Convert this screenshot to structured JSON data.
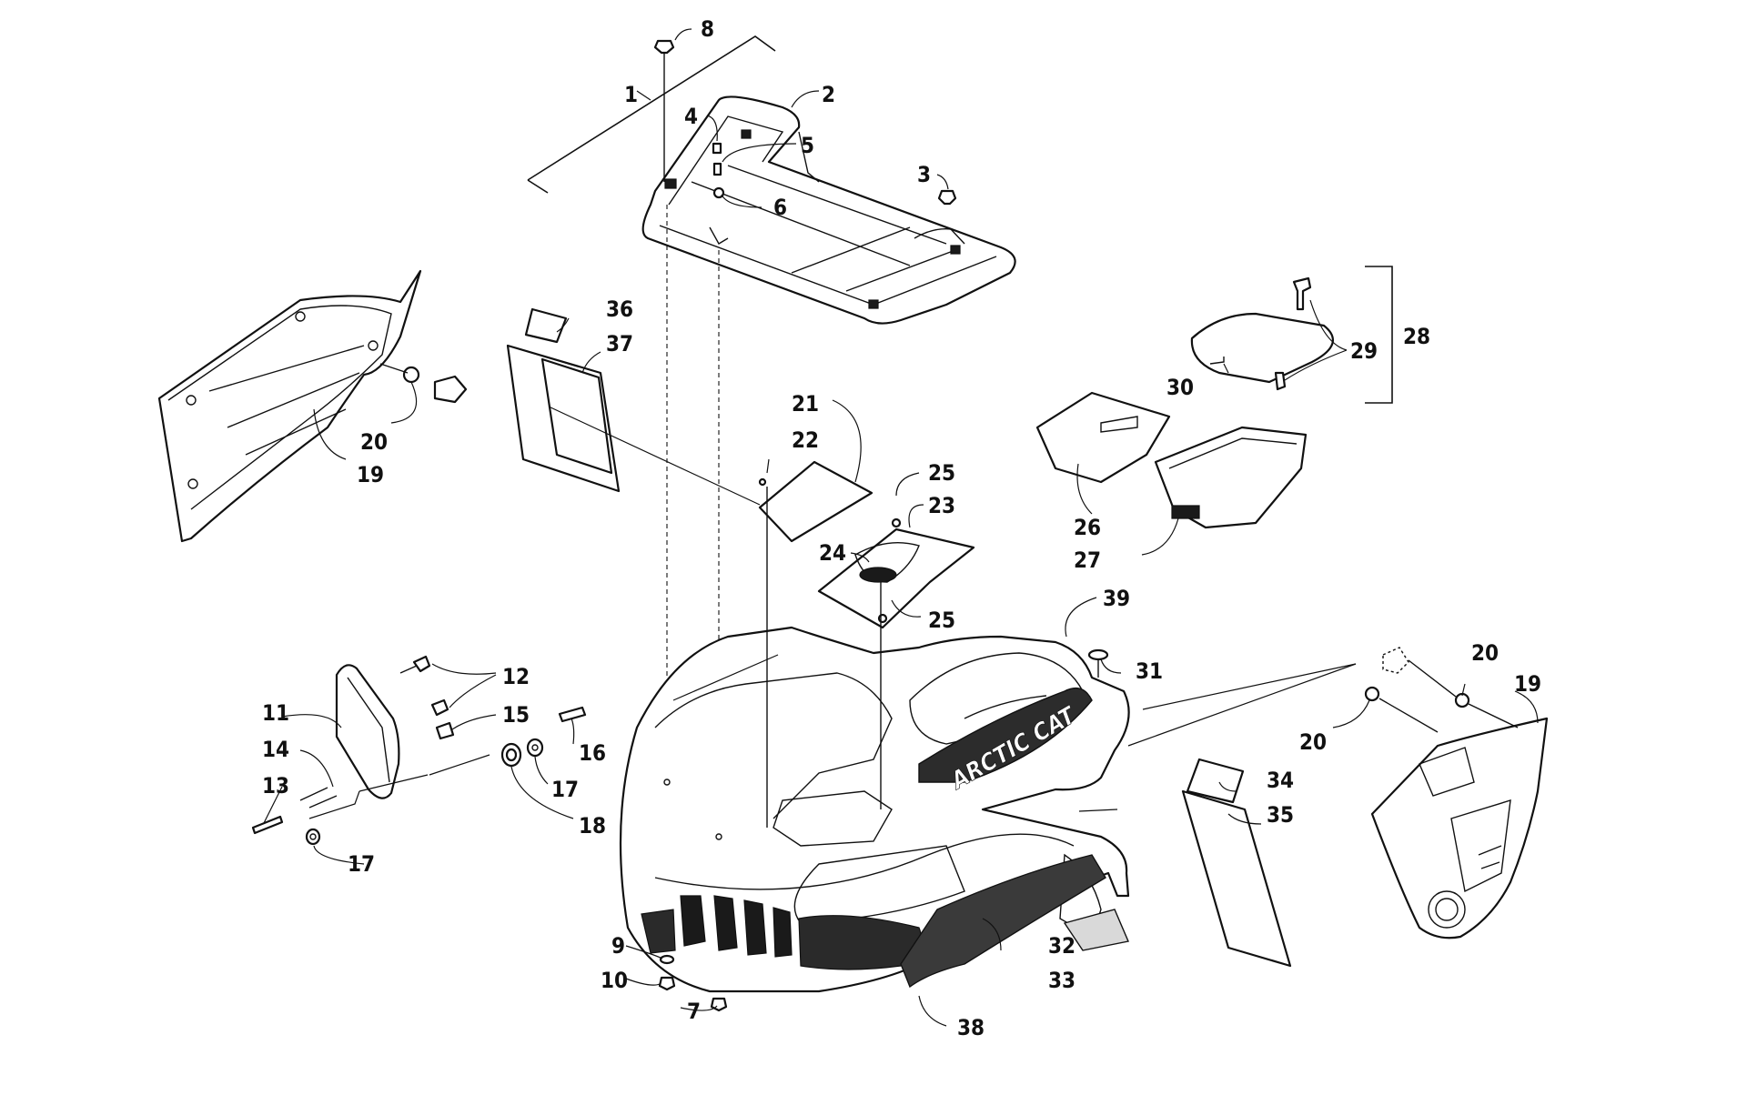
{
  "diagram": {
    "logo_text": "ARCTIC CAT",
    "callouts": [
      {
        "id": "c1",
        "label": "1"
      },
      {
        "id": "c2",
        "label": "2"
      },
      {
        "id": "c3",
        "label": "3"
      },
      {
        "id": "c4",
        "label": "4"
      },
      {
        "id": "c5",
        "label": "5"
      },
      {
        "id": "c6",
        "label": "6"
      },
      {
        "id": "c7",
        "label": "7"
      },
      {
        "id": "c8",
        "label": "8"
      },
      {
        "id": "c9",
        "label": "9"
      },
      {
        "id": "c10",
        "label": "10"
      },
      {
        "id": "c11",
        "label": "11"
      },
      {
        "id": "c12",
        "label": "12"
      },
      {
        "id": "c13",
        "label": "13"
      },
      {
        "id": "c14",
        "label": "14"
      },
      {
        "id": "c15",
        "label": "15"
      },
      {
        "id": "c16",
        "label": "16"
      },
      {
        "id": "c17a",
        "label": "17"
      },
      {
        "id": "c17b",
        "label": "17"
      },
      {
        "id": "c18",
        "label": "18"
      },
      {
        "id": "c19a",
        "label": "19"
      },
      {
        "id": "c19b",
        "label": "19"
      },
      {
        "id": "c20a",
        "label": "20"
      },
      {
        "id": "c20b",
        "label": "20"
      },
      {
        "id": "c20c",
        "label": "20"
      },
      {
        "id": "c21",
        "label": "21"
      },
      {
        "id": "c22",
        "label": "22"
      },
      {
        "id": "c23",
        "label": "23"
      },
      {
        "id": "c24",
        "label": "24"
      },
      {
        "id": "c25a",
        "label": "25"
      },
      {
        "id": "c25b",
        "label": "25"
      },
      {
        "id": "c26",
        "label": "26"
      },
      {
        "id": "c27",
        "label": "27"
      },
      {
        "id": "c28",
        "label": "28"
      },
      {
        "id": "c29",
        "label": "29"
      },
      {
        "id": "c30",
        "label": "30"
      },
      {
        "id": "c31",
        "label": "31"
      },
      {
        "id": "c32",
        "label": "32"
      },
      {
        "id": "c33",
        "label": "33"
      },
      {
        "id": "c34",
        "label": "34"
      },
      {
        "id": "c35",
        "label": "35"
      },
      {
        "id": "c36",
        "label": "36"
      },
      {
        "id": "c37",
        "label": "37"
      },
      {
        "id": "c38",
        "label": "38"
      },
      {
        "id": "c39",
        "label": "39"
      }
    ]
  }
}
